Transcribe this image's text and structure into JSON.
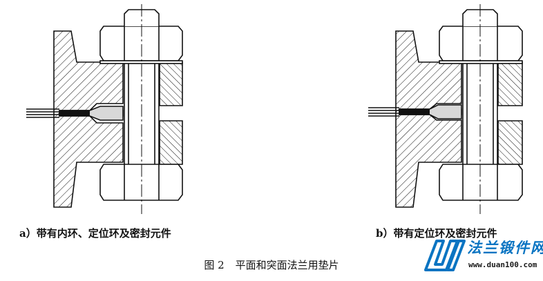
{
  "figure": {
    "subfigures": [
      {
        "id": "a",
        "caption": "a）带有内环、定位环及密封元件"
      },
      {
        "id": "b",
        "caption": "b）带有定位环及密封元件"
      }
    ],
    "caption_number": "图 2",
    "caption_title": "平面和突面法兰用垫片"
  },
  "watermark": {
    "title": "法兰锻件网",
    "url": "www.duan100.com"
  }
}
